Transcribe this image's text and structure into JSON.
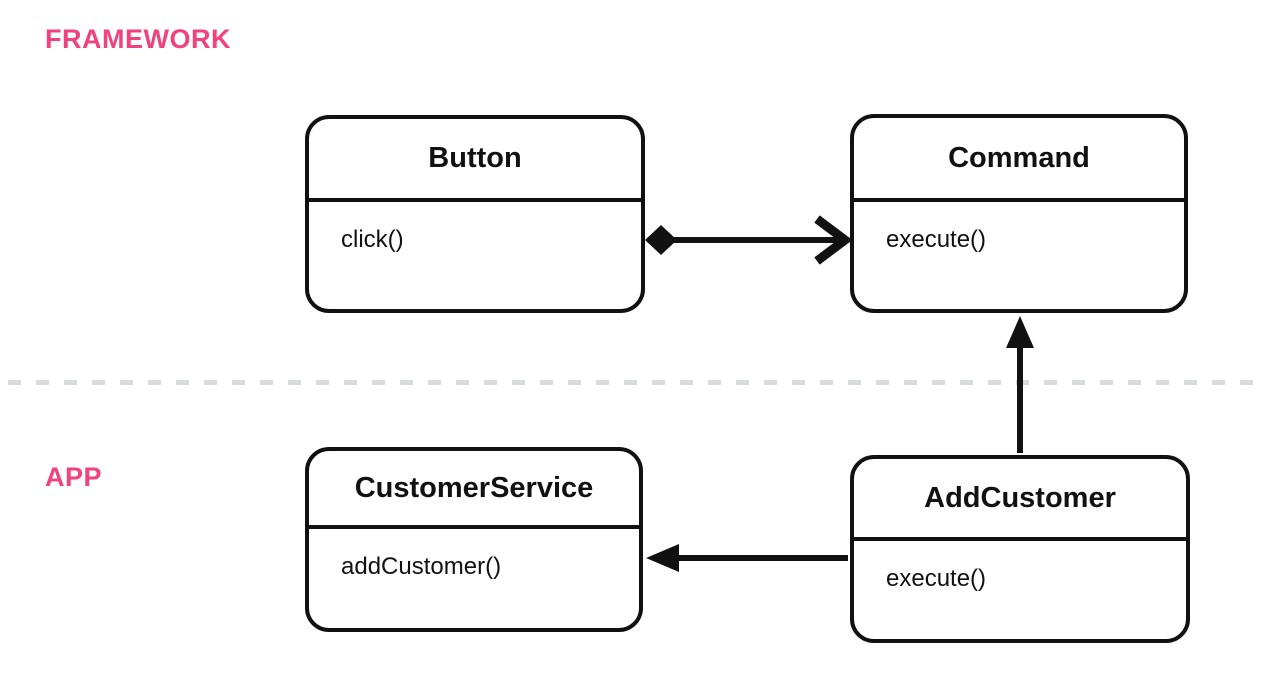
{
  "diagram": {
    "title": "Command pattern UML diagram",
    "colors": {
      "accent": "#F0427E",
      "line": "#111111",
      "divider_dash": "#D9DBDD",
      "background": "#FFFFFF"
    },
    "sections": {
      "framework": {
        "label": "FRAMEWORK"
      },
      "app": {
        "label": "APP"
      }
    },
    "classes": [
      {
        "id": "button",
        "name": "Button",
        "methods": [
          "click()"
        ]
      },
      {
        "id": "command",
        "name": "Command",
        "methods": [
          "execute()"
        ]
      },
      {
        "id": "customer-service",
        "name": "CustomerService",
        "methods": [
          "addCustomer()"
        ]
      },
      {
        "id": "add-customer",
        "name": "AddCustomer",
        "methods": [
          "execute()"
        ]
      }
    ],
    "relationships": [
      {
        "from": "Button",
        "to": "Command",
        "tail": "filled-diamond",
        "head": "open-arrow",
        "direction": "right"
      },
      {
        "from": "AddCustomer",
        "to": "Command",
        "tail": "none",
        "head": "filled-arrow",
        "direction": "up"
      },
      {
        "from": "AddCustomer",
        "to": "CustomerService",
        "tail": "none",
        "head": "filled-arrow",
        "direction": "left"
      }
    ]
  }
}
